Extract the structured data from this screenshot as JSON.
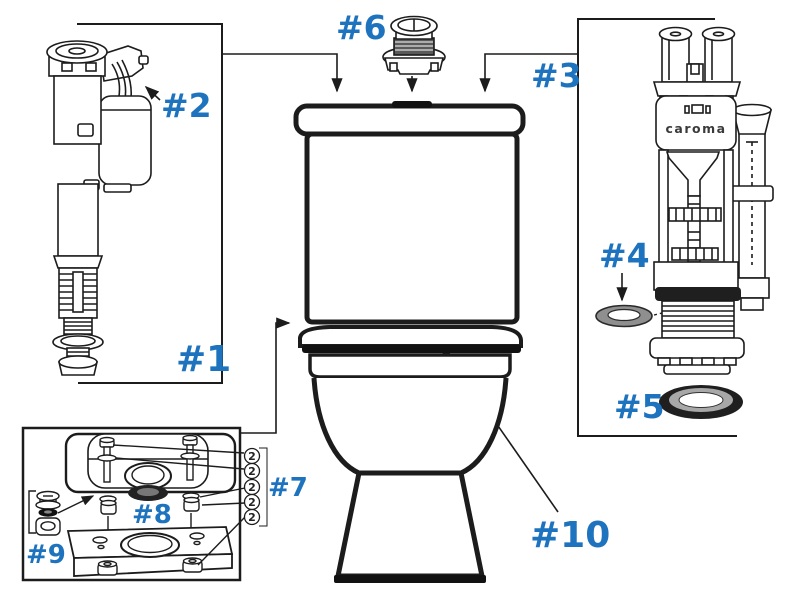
{
  "diagram_title": "toilet-parts-exploded-diagram",
  "part_labels": {
    "p1": "#1",
    "p2": "#2",
    "p3": "#3",
    "p4": "#4",
    "p5": "#5",
    "p6": "#6",
    "p7": "#7",
    "p8": "#8",
    "p9": "#9",
    "p10": "#10"
  },
  "brand": {
    "logo_text": "caroma"
  },
  "quantity_badge": {
    "value": "2"
  },
  "colors": {
    "label_blue": "#1E73BE",
    "line_black": "#1c1c1c",
    "seal_dark": "#1f1f1f",
    "washer_gray": "#8f8f8f"
  }
}
